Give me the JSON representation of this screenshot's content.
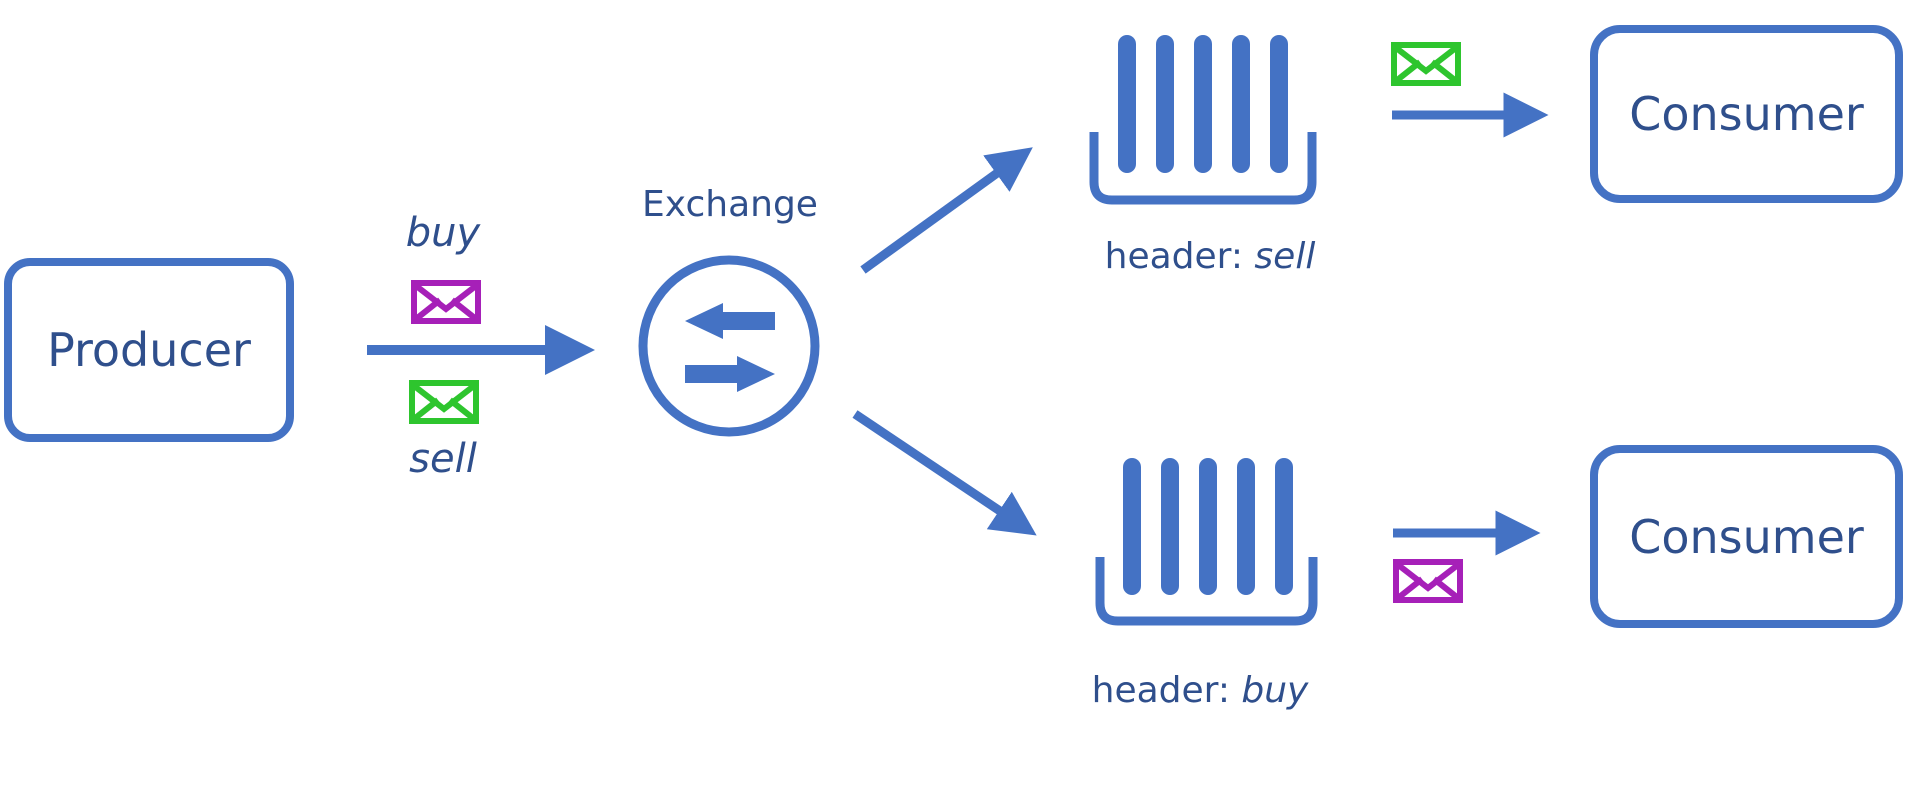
{
  "colors": {
    "shape_blue": "#4472C4",
    "text_navy": "#2F4F8C",
    "buy_magenta": "#A620B8",
    "sell_green": "#2EC52E"
  },
  "producer": {
    "label": "Producer"
  },
  "exchange": {
    "label": "Exchange"
  },
  "messages": {
    "buy": {
      "label": "buy"
    },
    "sell": {
      "label": "sell"
    }
  },
  "queues": {
    "top": {
      "prefix": "header: ",
      "key": "sell"
    },
    "bottom": {
      "prefix": "header: ",
      "key": "buy"
    }
  },
  "consumers": {
    "top": {
      "label": "Consumer"
    },
    "bottom": {
      "label": "Consumer"
    }
  }
}
